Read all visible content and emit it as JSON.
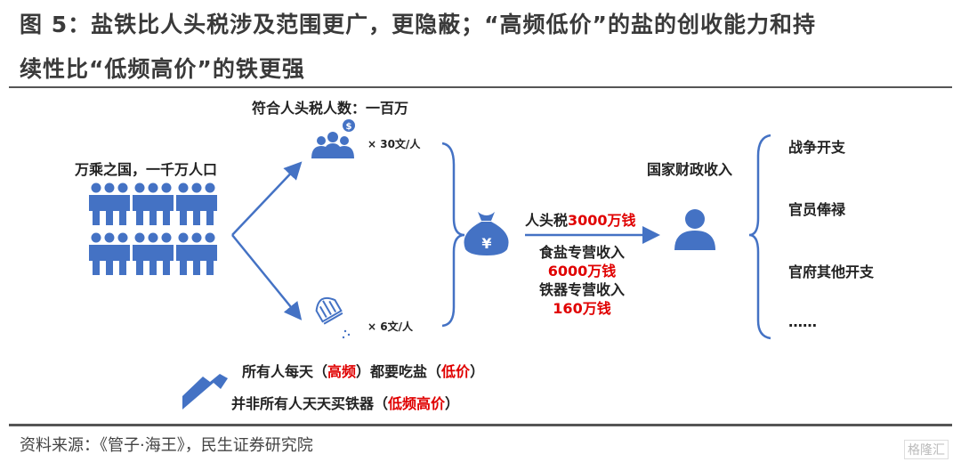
{
  "title": {
    "line1": "图 5：盐铁比人头税涉及范围更广，更隐蔽；“高频低价”的盐的创收能力和持",
    "line2": "续性比“低频高价”的铁更强"
  },
  "left": {
    "label": "万乘之国，一千万人口"
  },
  "top_branch": {
    "label": "符合人头税人数：一百万",
    "rate": "×   30文/人"
  },
  "bottom_branch": {
    "rate": "×   6文/人"
  },
  "middle": {
    "poll_tax_prefix": "人头税",
    "poll_tax_value": "3000万钱",
    "salt_label": "食盐专营收入",
    "salt_value": "6000万钱",
    "iron_label": "铁器专营收入",
    "iron_value": "160万钱"
  },
  "state": {
    "label": "国家财政收入"
  },
  "uses": [
    "战争开支",
    "官员俸禄",
    "官府其他开支",
    "……"
  ],
  "notes": {
    "salt": {
      "a": "所有人每天（",
      "b": "高频",
      "c": "）都要吃盐（",
      "d": "低价",
      "e": "）"
    },
    "iron": {
      "a": "并非所有人天天买铁器（",
      "b": "低频高价",
      "c": "）"
    }
  },
  "source": "资料来源：《管子·海王》，民生证券研究院",
  "watermark": "格隆汇",
  "colors": {
    "accent": "#4472c4",
    "red": "#e00000"
  }
}
